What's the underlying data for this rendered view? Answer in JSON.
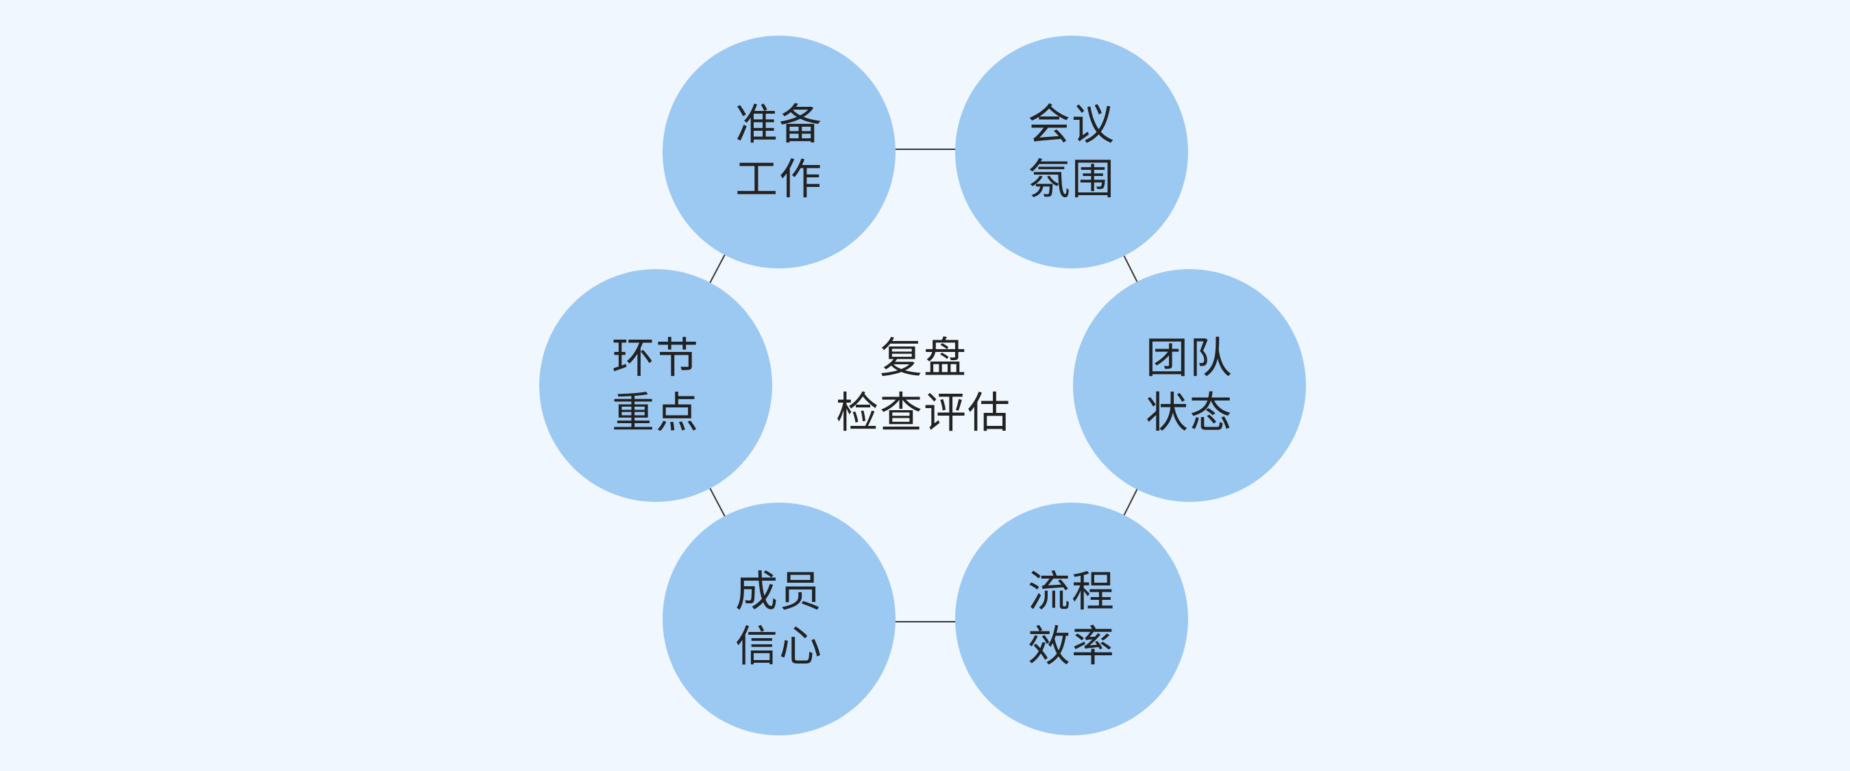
{
  "center": {
    "line1": "复盘",
    "line2": "检查评估"
  },
  "nodes": [
    {
      "line1": "准备",
      "line2": "工作"
    },
    {
      "line1": "会议",
      "line2": "氛围"
    },
    {
      "line1": "团队",
      "line2": "状态"
    },
    {
      "line1": "流程",
      "line2": "效率"
    },
    {
      "line1": "成员",
      "line2": "信心"
    },
    {
      "line1": "环节",
      "line2": "重点"
    }
  ],
  "colors": {
    "background": "#f1f7fe",
    "circle": "#9cc9f2",
    "text": "#222222",
    "line": "#333333"
  }
}
